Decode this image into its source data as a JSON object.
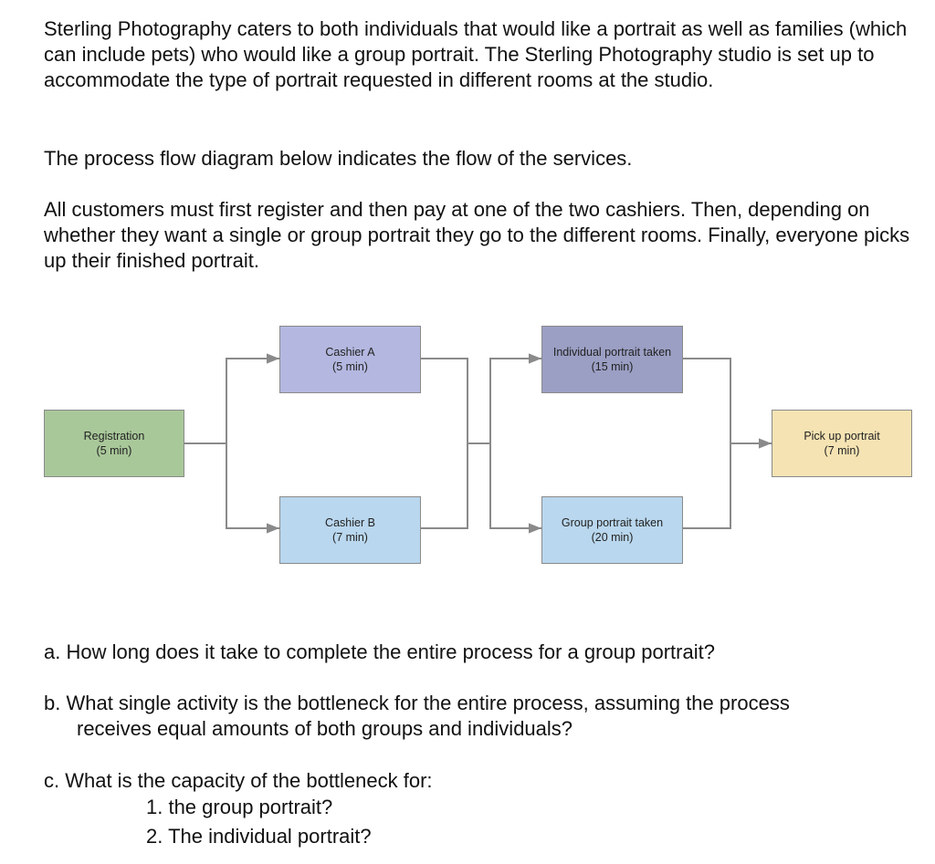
{
  "intro": {
    "paragraph1": "Sterling Photography caters to both individuals that would like a portrait as well as families (which can include pets) who would like a group portrait.  The Sterling Photography studio is set up to accommodate the type of portrait requested in different rooms at the studio.",
    "paragraph2": "The process flow diagram below indicates the flow of the services.",
    "paragraph3": "All customers must first register and then pay at one of the two cashiers.  Then, depending on whether they want a single or group portrait they go to the different rooms.  Finally, everyone picks up their finished portrait."
  },
  "diagram": {
    "boxes": {
      "registration": {
        "name": "Registration",
        "time": "(5 min)",
        "color": "#a9c89a"
      },
      "cashier_a": {
        "name": "Cashier A",
        "time": "(5 min)",
        "color": "#b4b8e0"
      },
      "cashier_b": {
        "name": "Cashier B",
        "time": "(7 min)",
        "color": "#b9d7ee"
      },
      "individual": {
        "name": "Individual portrait taken",
        "time": "(15 min)",
        "color": "#9b9fc4"
      },
      "group": {
        "name": "Group portrait taken",
        "time": "(20 min)",
        "color": "#b9d7ee"
      },
      "pickup": {
        "name": "Pick up portrait",
        "time": "(7 min)",
        "color": "#f5e3b3"
      }
    },
    "line_color": "#8a8a8a"
  },
  "questions": {
    "a": "a. How long does it take to complete the entire process for a group portrait?",
    "b_line1": "b. What single activity is the bottleneck for the entire process, assuming the process",
    "b_line2": "receives equal amounts of both groups and individuals?",
    "c": "c.  What is the capacity of the bottleneck for:",
    "c1": "1.  the group portrait?",
    "c2": "2.  The individual portrait?"
  }
}
